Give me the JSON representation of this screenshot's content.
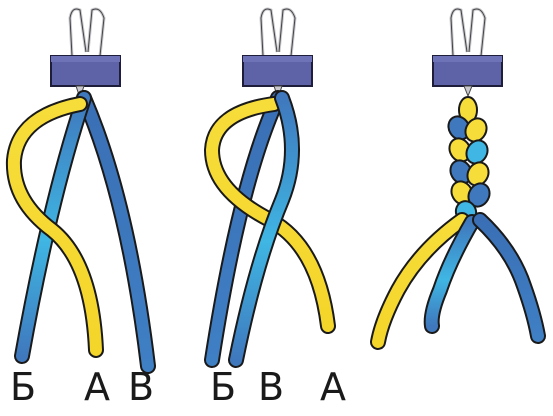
{
  "colors": {
    "clip_fill": "#5d63a6",
    "clip_edge": "#1e1e3a",
    "wire": "#c9c9cf",
    "yellow": "#f7dd3a",
    "blue_dark": "#3f78bd",
    "blue_light": "#3fb6e3",
    "outline": "#1a1a1a"
  },
  "panels": [
    {
      "id": "step-1",
      "labels": [
        "Б",
        "А",
        "В"
      ]
    },
    {
      "id": "step-2",
      "labels": [
        "Б",
        "В",
        "А"
      ]
    },
    {
      "id": "step-3",
      "labels": []
    }
  ],
  "icons": [
    "binder-clip-icon"
  ]
}
